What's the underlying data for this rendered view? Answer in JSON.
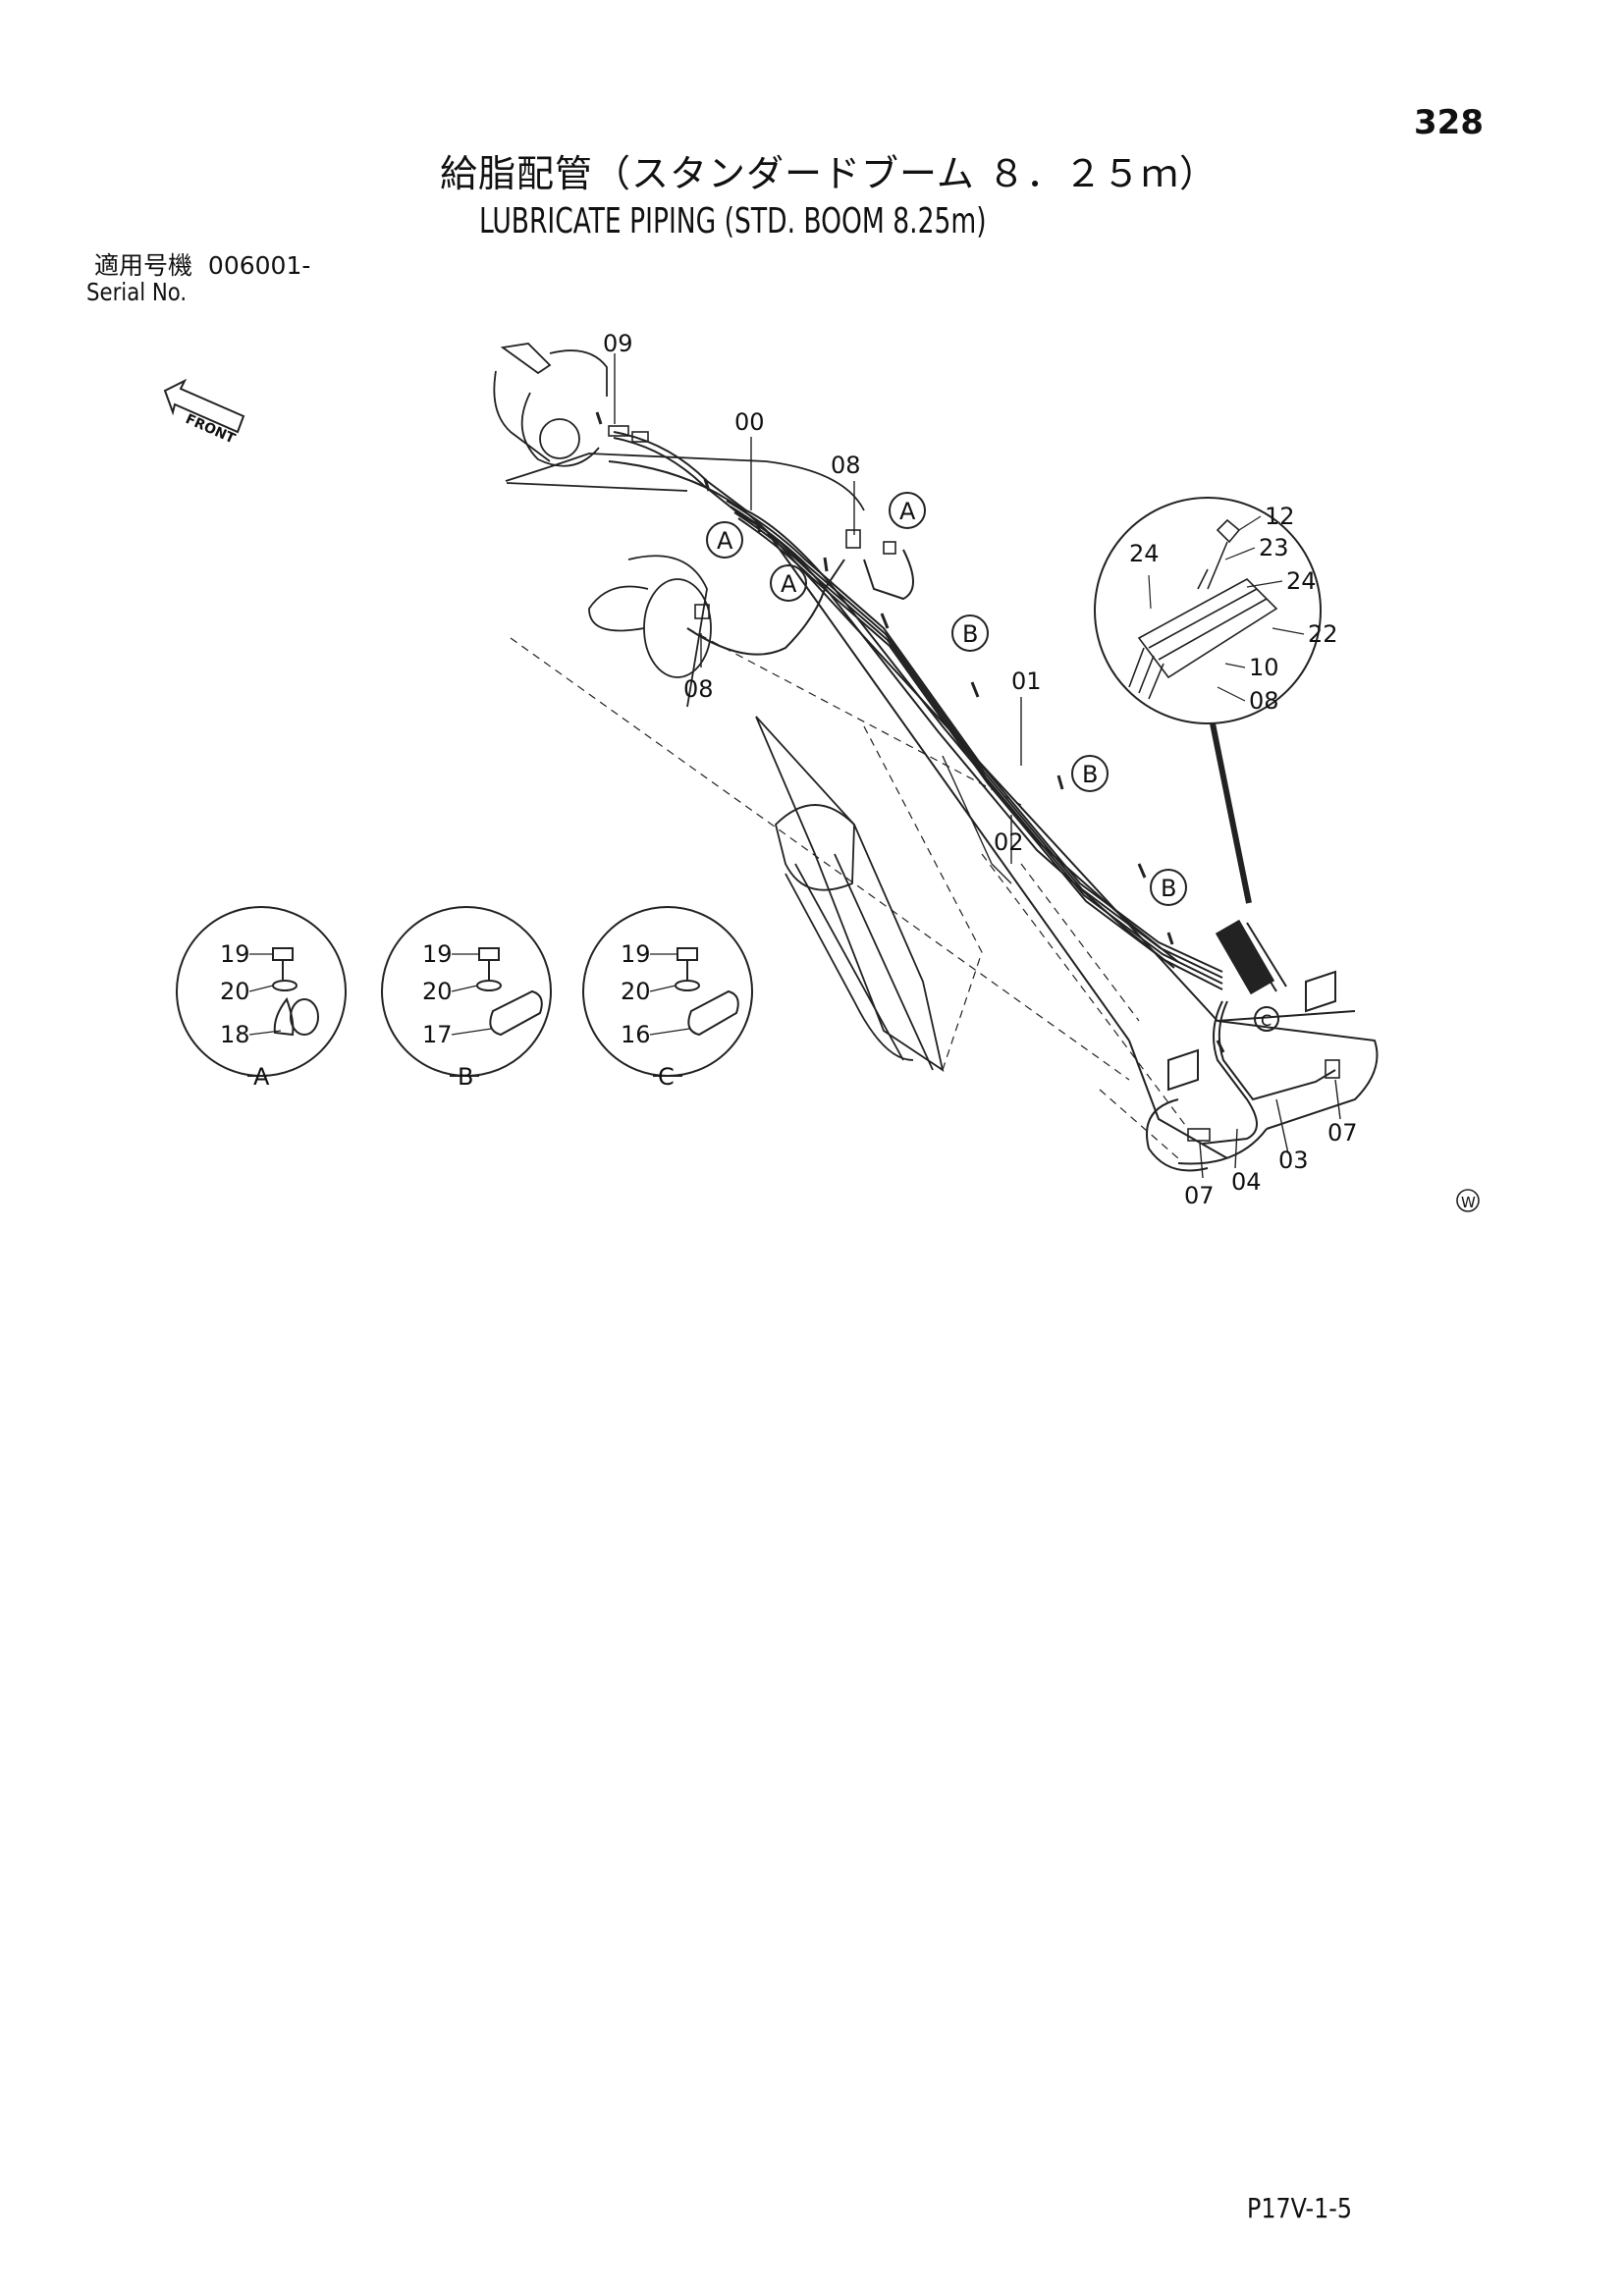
{
  "page_number": "328",
  "title_jp": "給脂配管（スタンダードブーム ８．２５ｍ）",
  "title_en": "LUBRICATE PIPING (STD. BOOM 8.25m)",
  "serial": {
    "jp_label": "適用号機",
    "value": "006001-",
    "en_label": "Serial No."
  },
  "front_label": "FRONT",
  "callouts": {
    "p00": "00",
    "p01": "01",
    "p02": "02",
    "p03": "03",
    "p04": "04",
    "p07a": "07",
    "p07b": "07",
    "p08a": "08",
    "p08b": "08",
    "p09": "09",
    "p10": "10",
    "p12": "12",
    "p22": "22",
    "p23": "23",
    "p24a": "24",
    "p24b": "24",
    "p08c": "08"
  },
  "detail_markers": {
    "a1": "A",
    "a2": "A",
    "a3": "A",
    "b1": "B",
    "b2": "B",
    "b3": "B",
    "c1": "C"
  },
  "details": [
    {
      "id": "A",
      "bolt": "19",
      "washer": "20",
      "clamp": "18"
    },
    {
      "id": "B",
      "bolt": "19",
      "washer": "20",
      "clamp": "17"
    },
    {
      "id": "C",
      "bolt": "19",
      "washer": "20",
      "clamp": "16"
    }
  ],
  "w_mark": "W",
  "doc_code": "P17V-1-5"
}
